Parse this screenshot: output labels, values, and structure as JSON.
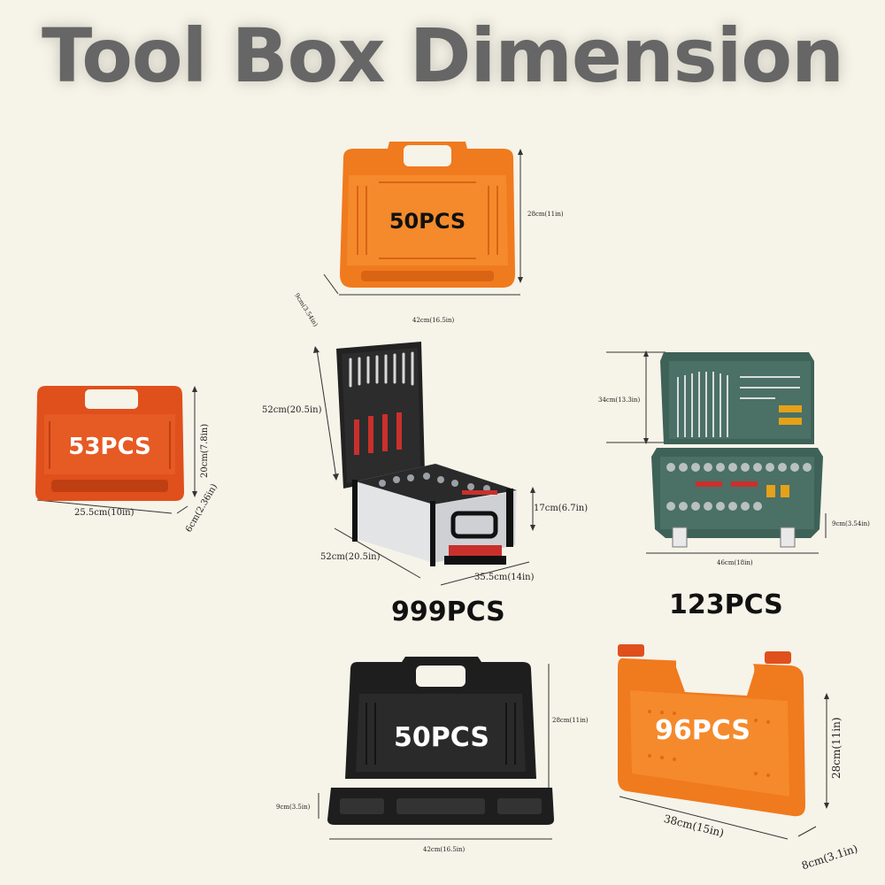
{
  "title": "Tool Box Dimension",
  "colors": {
    "orange": "#f07a1e",
    "red_orange": "#e0501c",
    "black": "#1e1e1e",
    "green": "#3e6258",
    "aluminum": "#d9dadc"
  },
  "boxes": {
    "top_orange": {
      "label": "50PCS",
      "height_dim": "28cm(11in)",
      "depth_dim": "9cm(3.54in)",
      "width_dim": "42cm(16.5in)"
    },
    "left_red": {
      "label": "53PCS",
      "height_dim": "20cm(7.8in)",
      "depth_dim": "6cm(2.36in)",
      "width_dim": "25.5cm(10in)"
    },
    "center_trolley": {
      "caption": "999PCS",
      "height_dim": "52cm(20.5in)",
      "lower_height_dim": "17cm(6.7in)",
      "depth_dim": "52cm(20.5in)",
      "width_dim": "35.5cm(14in)"
    },
    "right_green": {
      "caption": "123PCS",
      "height_dim": "34cm(13.3in)",
      "depth_dim": "9cm(3.54in)",
      "width_dim": "46cm(18in)"
    },
    "bottom_black": {
      "label": "50PCS",
      "height_dim": "28cm(11in)",
      "depth_dim": "9cm(3.5in)",
      "width_dim": "42cm(16.5in)"
    },
    "bottom_orange": {
      "label": "96PCS",
      "height_dim": "28cm(11in)",
      "width_dim": "38cm(15in)",
      "depth_dim": "8cm(3.1in)"
    }
  }
}
